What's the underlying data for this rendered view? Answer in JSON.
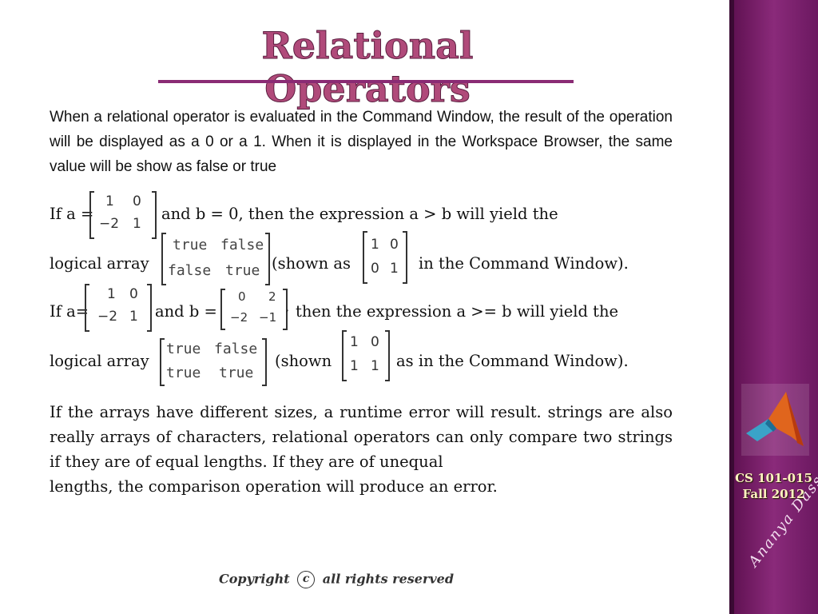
{
  "title": "Relational Operators",
  "intro": "When a relational operator is evaluated in the Command Window, the result of the operation will be displayed as a 0 or a 1. When it is displayed in the Workspace Browser, the same value will be show as false or true",
  "example1": {
    "line1_a": "If a =",
    "line1_b": "and b =  0, then the expression a > b will yield the",
    "matrix_a": [
      [
        "1",
        "0"
      ],
      [
        "−2",
        "1"
      ]
    ],
    "line2_a": "logical array",
    "logical": [
      [
        "true",
        "false"
      ],
      [
        "false",
        "true"
      ]
    ],
    "line2_b": "(shown as",
    "numeric": [
      [
        "1",
        "0"
      ],
      [
        "0",
        "1"
      ]
    ],
    "line2_c": "in the Command Window)."
  },
  "example2": {
    "line1_a": "If a=",
    "matrix_a": [
      [
        "1",
        "0"
      ],
      [
        "−2",
        "1"
      ]
    ],
    "line1_b": "and b =",
    "matrix_b": [
      [
        "0",
        "2"
      ],
      [
        "−2",
        "−1"
      ]
    ],
    "line1_c": ",",
    "line1_d": "then the expression a >= b will yield the",
    "line2_a": "logical array",
    "logical": [
      [
        "true",
        "false"
      ],
      [
        "true",
        "true"
      ]
    ],
    "line2_b": "(shown",
    "numeric": [
      [
        "1",
        "0"
      ],
      [
        "1",
        "1"
      ]
    ],
    "line2_c": "as in the Command Window)."
  },
  "final_paragraph_1": "If the arrays have different sizes, a runtime error will result. strings are also really arrays of characters, relational operators can only compare two strings if they are of equal lengths. If they are of unequal",
  "final_paragraph_2": "lengths, the comparison operation will produce an error.",
  "sidebar": {
    "course_line1": "CS 101-015",
    "course_line2": "Fall 2012",
    "author": "Ananya Dass"
  },
  "footer": {
    "copyright_word": "Copyright",
    "copyright_symbol": "c",
    "rights": "all rights reserved"
  }
}
